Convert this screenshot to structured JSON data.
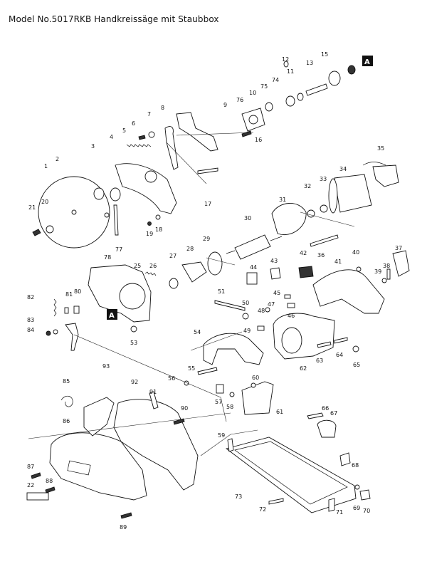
{
  "title": "Model No.5017RKB Handkreissäge mit Staubbox",
  "reference_marker": "A",
  "part_numbers": [
    "1",
    "2",
    "3",
    "4",
    "5",
    "6",
    "7",
    "8",
    "9",
    "10",
    "11",
    "12",
    "13",
    "15",
    "16",
    "17",
    "18",
    "19",
    "20",
    "21",
    "22",
    "25",
    "26",
    "27",
    "28",
    "29",
    "30",
    "31",
    "32",
    "33",
    "34",
    "35",
    "36",
    "37",
    "38",
    "39",
    "40",
    "41",
    "42",
    "43",
    "44",
    "45",
    "46",
    "47",
    "48",
    "49",
    "50",
    "51",
    "53",
    "54",
    "55",
    "56",
    "57",
    "58",
    "59",
    "60",
    "61",
    "62",
    "63",
    "64",
    "65",
    "66",
    "67",
    "68",
    "69",
    "70",
    "71",
    "72",
    "73",
    "74",
    "75",
    "76",
    "77",
    "78",
    "80",
    "81",
    "82",
    "83",
    "84",
    "85",
    "86",
    "87",
    "88",
    "89",
    "90",
    "91",
    "92",
    "93"
  ]
}
